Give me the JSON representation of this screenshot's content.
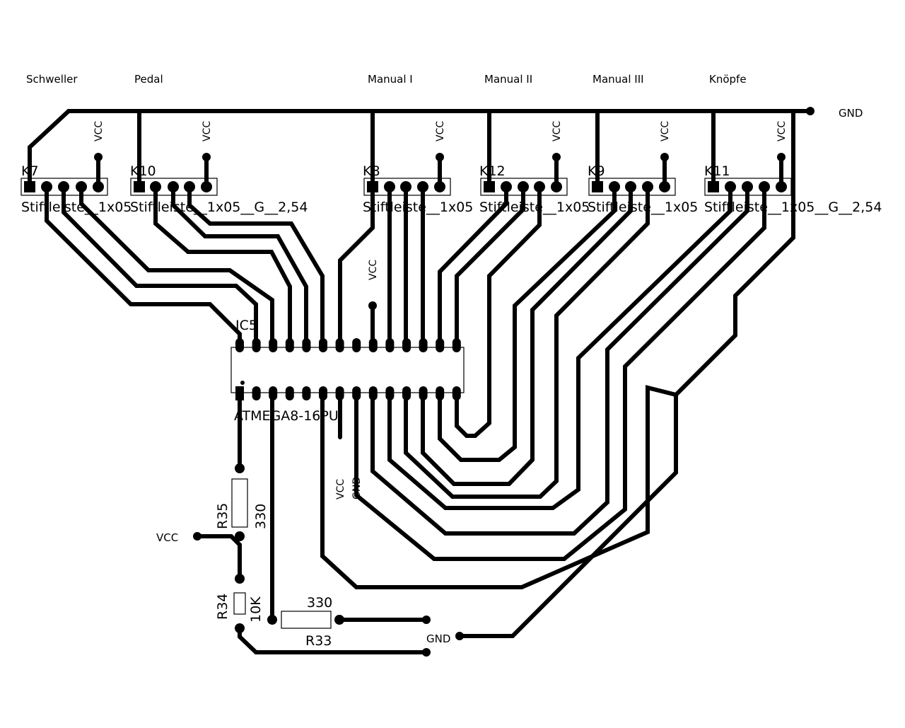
{
  "connectors": [
    {
      "group": "Schweller",
      "ref": "K7",
      "value": "Stiftleiste__1x05"
    },
    {
      "group": "Pedal",
      "ref": "K10",
      "value": "Stiftleiste__1x05__G__2,54"
    },
    {
      "group": "Manual I",
      "ref": "K8",
      "value": "Stiftleiste__1x05"
    },
    {
      "group": "Manual II",
      "ref": "K12",
      "value": "Stiftleiste__1x05"
    },
    {
      "group": "Manual III",
      "ref": "K9",
      "value": "Stiftleiste__1x05"
    },
    {
      "group": "Knöpfe",
      "ref": "K11",
      "value": "Stiftleiste__1x05__G__2,54"
    }
  ],
  "nets": {
    "vcc": "VCC",
    "gnd": "GND"
  },
  "ic": {
    "ref": "IC5",
    "value": "ATMEGA8-16PU"
  },
  "resistors": [
    {
      "ref": "R35",
      "value": "330"
    },
    {
      "ref": "R34",
      "value": "10K"
    },
    {
      "ref": "R33",
      "value": "330"
    }
  ]
}
